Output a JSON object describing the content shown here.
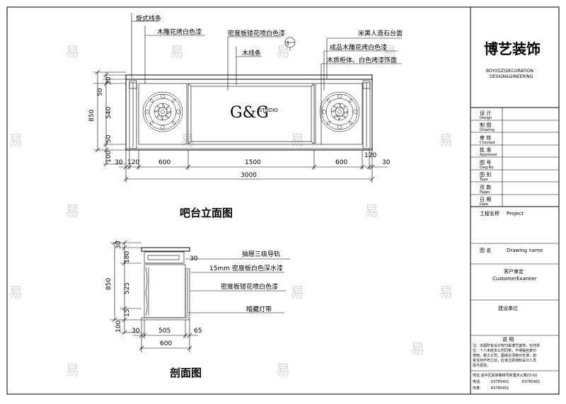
{
  "watermark_char": "易",
  "elevation": {
    "title": "吧台立面图",
    "callouts": {
      "molding": "旋式线条",
      "carved_white": "木雕花烤白色漆",
      "mdf_paint": "密度板镂花喷白色漆",
      "wood_strip": "木线条",
      "marble_top": "米黄人造石台面",
      "carved_finished": "成品木雕花烤白色漆",
      "base_paint": "木质柜体、白色烤漆饰面"
    },
    "section_marker": "1",
    "logo_main": "G&G",
    "logo_sub": "STUDIO",
    "dims_left": [
      "30",
      "50",
      "540",
      "50",
      "850",
      "100"
    ],
    "dims_bottom": [
      "30",
      "120",
      "600",
      "1500",
      "600",
      "120",
      "30"
    ],
    "dim_total": "3000"
  },
  "section": {
    "title": "剖面图",
    "callouts": {
      "drawer_rail": "抽屉三级导轨",
      "mdf_15": "15mm 密度板白色深水漆",
      "mdf_carved": "密度板镂花喷白色漆",
      "hidden_light": "暗藏灯带"
    },
    "dims_left": [
      "30",
      "180",
      "525",
      "850",
      "15",
      "100"
    ],
    "dims_bottom": [
      "30",
      "505",
      "65",
      "600"
    ],
    "dim_right": "30"
  },
  "title_block": {
    "company_cn": "博艺装饰",
    "company_en_1": "BOYI(GZ)DECORATION",
    "company_en_2": "DESIGN&GINEERING",
    "rows": [
      {
        "cn": "设 计",
        "en": "Design"
      },
      {
        "cn": "制 图",
        "en": "Drawing"
      },
      {
        "cn": "审 核",
        "en": "Checked"
      },
      {
        "cn": "批 准",
        "en": "Approved"
      },
      {
        "cn": "图 号",
        "en": "Dwg.No"
      },
      {
        "cn": "图 别",
        "en": "Type"
      },
      {
        "cn": "页 数",
        "en": "Pages"
      },
      {
        "cn": "日 期",
        "en": "Date"
      }
    ],
    "project_label": "工程名称",
    "project_en": "Project",
    "drawing_label": "图 名",
    "drawing_en": "Drawing name",
    "customer_label": "客户审定",
    "customer_en": "CustomerExamier",
    "builder_label": "建设单位",
    "notes_title": "说  明",
    "notes": [
      "注：本图所有设计权归属博艺装饰，任何单",
      "位、个人未经本公司同意，不得擅自复印",
      "使用。施工公司，图纸必须核对无误，如",
      "有任何不符之处，应该立即通知设计人员",
      "改与更改。"
    ],
    "address": "地址:渝中区民族路锦号新重庆公寓23-02",
    "phone_label": "电话:",
    "phone_1": "63785401",
    "phone_2": "63785461",
    "fax_label": "传真:",
    "fax": "63785451"
  }
}
